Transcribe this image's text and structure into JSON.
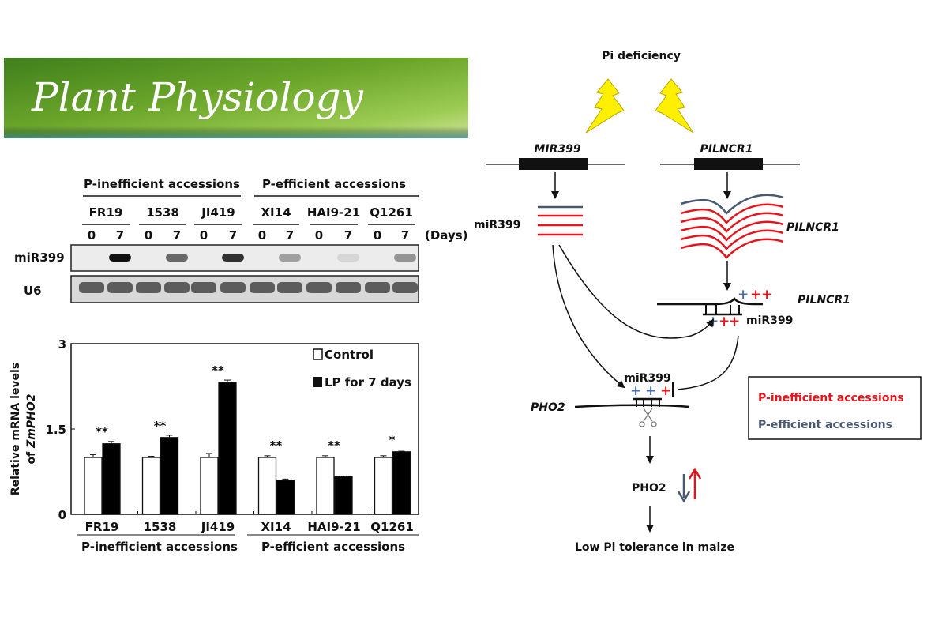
{
  "banner": {
    "journal": "Plant Physiology"
  },
  "blot": {
    "group_labels": [
      "P-inefficient accessions",
      "P-efficient accessions"
    ],
    "accessions": [
      "FR19",
      "1538",
      "JI419",
      "XI14",
      "HAI9-21",
      "Q1261"
    ],
    "days": [
      "0",
      "7"
    ],
    "days_unit": "(Days)",
    "rows": [
      "miR399",
      "U6"
    ],
    "mir399_band_intensity_day7": [
      1.0,
      0.6,
      0.85,
      0.35,
      0.1,
      0.4
    ]
  },
  "chart_data": {
    "type": "bar",
    "categories": [
      "FR19",
      "1538",
      "JI419",
      "XI14",
      "HAI9-21",
      "Q1261"
    ],
    "group_labels": [
      "P-inefficient accessions",
      "P-efficient accessions"
    ],
    "series": [
      {
        "name": "Control",
        "color": "#ffffff",
        "values": [
          1.0,
          1.0,
          1.0,
          1.0,
          1.0,
          1.0
        ],
        "errors": [
          0.05,
          0.02,
          0.07,
          0.03,
          0.03,
          0.03
        ]
      },
      {
        "name": "LP for 7 days",
        "color": "#000000",
        "values": [
          1.24,
          1.35,
          2.32,
          0.6,
          0.66,
          1.1
        ],
        "errors": [
          0.04,
          0.04,
          0.04,
          0.02,
          0.01,
          0.01
        ]
      }
    ],
    "significance": [
      "**",
      "**",
      "**",
      "**",
      "**",
      "*"
    ],
    "ylabel_line1": "Relative mRNA levels",
    "ylabel_line2_prefix": "of ",
    "ylabel_line2_gene": "ZmPHO2",
    "ylim": [
      0,
      3
    ],
    "yticks": [
      "0",
      "1.5",
      "3"
    ],
    "legend": "top-right"
  },
  "diagram": {
    "stress": "Pi deficiency",
    "gene_mir": "MIR399",
    "gene_lnc": "PILNCR1",
    "mir_label": "miR399",
    "lnc_label": "PILNCR1",
    "duplex_lnc_label": "PILNCR1",
    "duplex_mir_label": "miR399",
    "pho2_mir_label": "miR399",
    "pho2_gene": "PHO2",
    "pho2_protein": "PHO2",
    "outcome": "Low Pi tolerance in maize",
    "plus": "+",
    "colors": {
      "inefficient": "#e8141b",
      "efficient": "#4a6da8",
      "lnc_top": "#4a5870"
    },
    "legend": [
      "P-inefficient accessions",
      "P-efficient accessions"
    ]
  }
}
